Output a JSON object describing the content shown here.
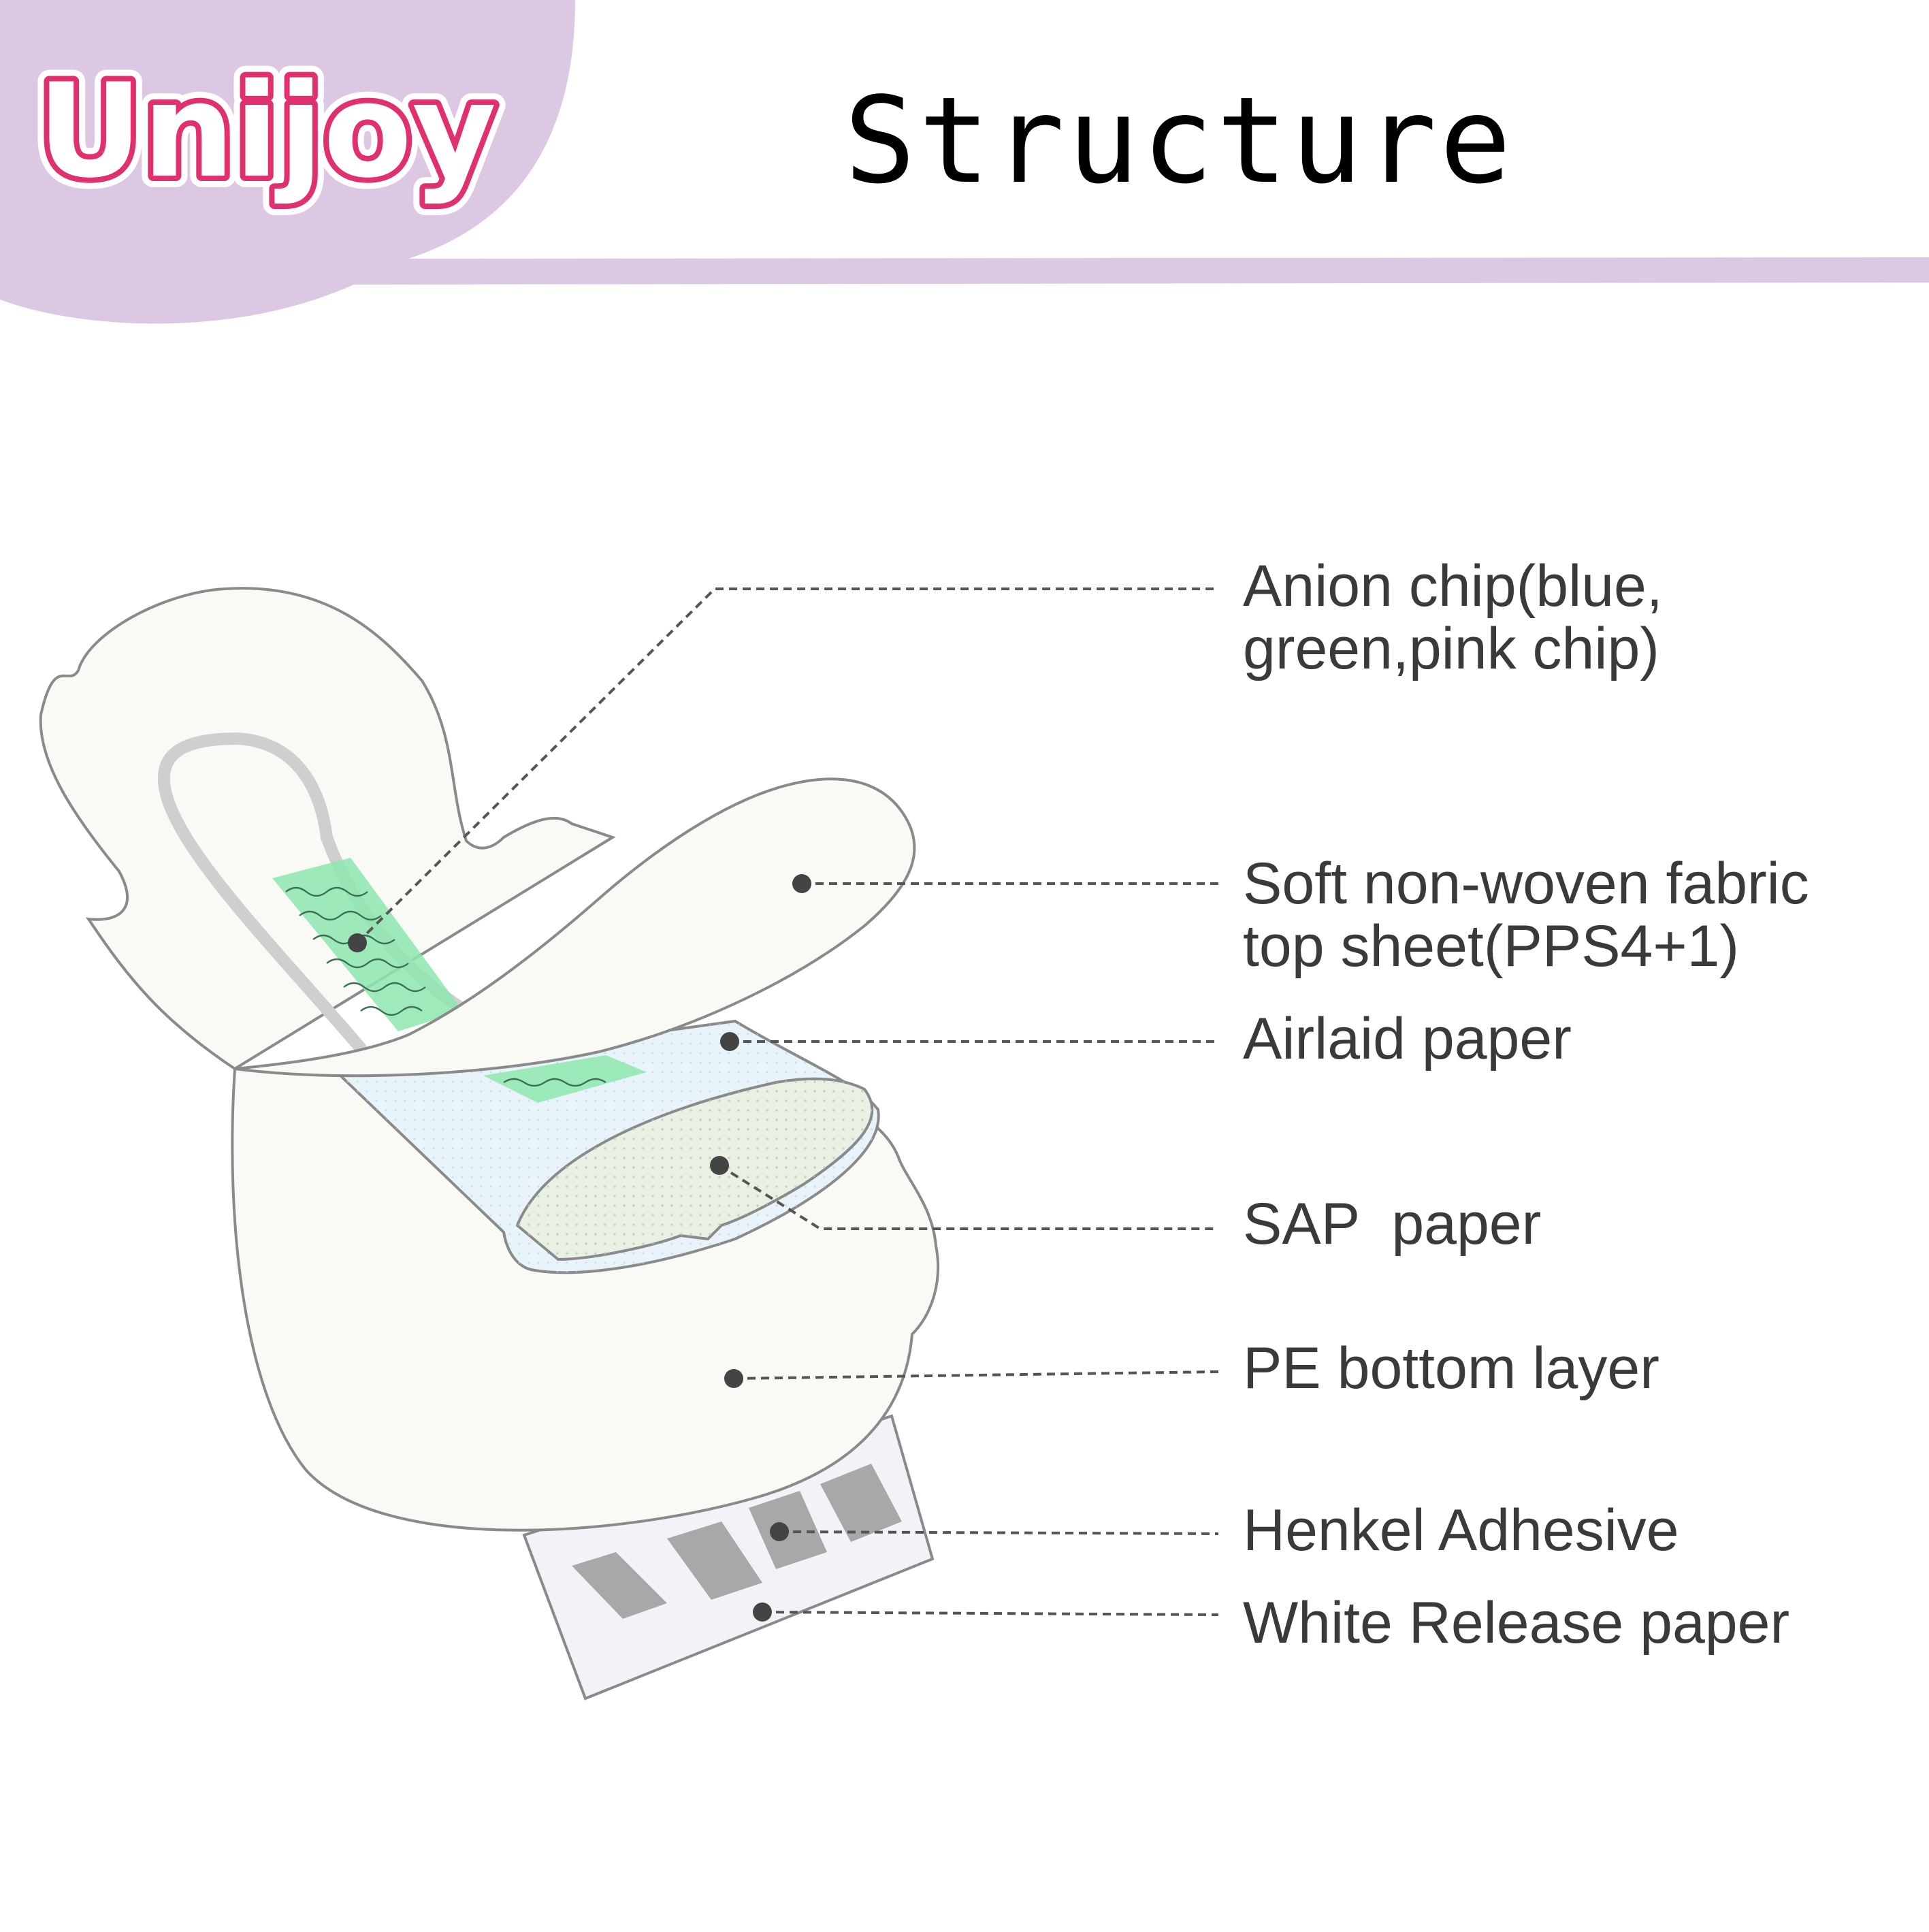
{
  "header": {
    "brand_name": "Unijoy",
    "title": "Structure"
  },
  "colors": {
    "header_band": "#dcc8e3",
    "brand_pink": "#e0306e",
    "pad_fill": "#f9f9f6",
    "pad_outline": "#8a8a8a",
    "anion_chip": "#8ee6ae",
    "airlaid": "#e8f3fa",
    "sap": "#e9f1e4",
    "adhesive": "#a8a8a8",
    "release_paper": "#f2f2f8",
    "label_text": "#3a3a3a"
  },
  "callouts": [
    {
      "id": "anion-chip",
      "label": "Anion chip(blue,\ngreen,pink chip)"
    },
    {
      "id": "top-sheet",
      "label": "Soft non-woven fabric\ntop sheet(PPS4+1)"
    },
    {
      "id": "airlaid-paper",
      "label": "Airlaid paper"
    },
    {
      "id": "sap-paper",
      "label": "SAP  paper"
    },
    {
      "id": "pe-bottom-layer",
      "label": "PE bottom layer"
    },
    {
      "id": "henkel-adhesive",
      "label": "Henkel Adhesive"
    },
    {
      "id": "release-paper",
      "label": "White Release paper"
    }
  ]
}
